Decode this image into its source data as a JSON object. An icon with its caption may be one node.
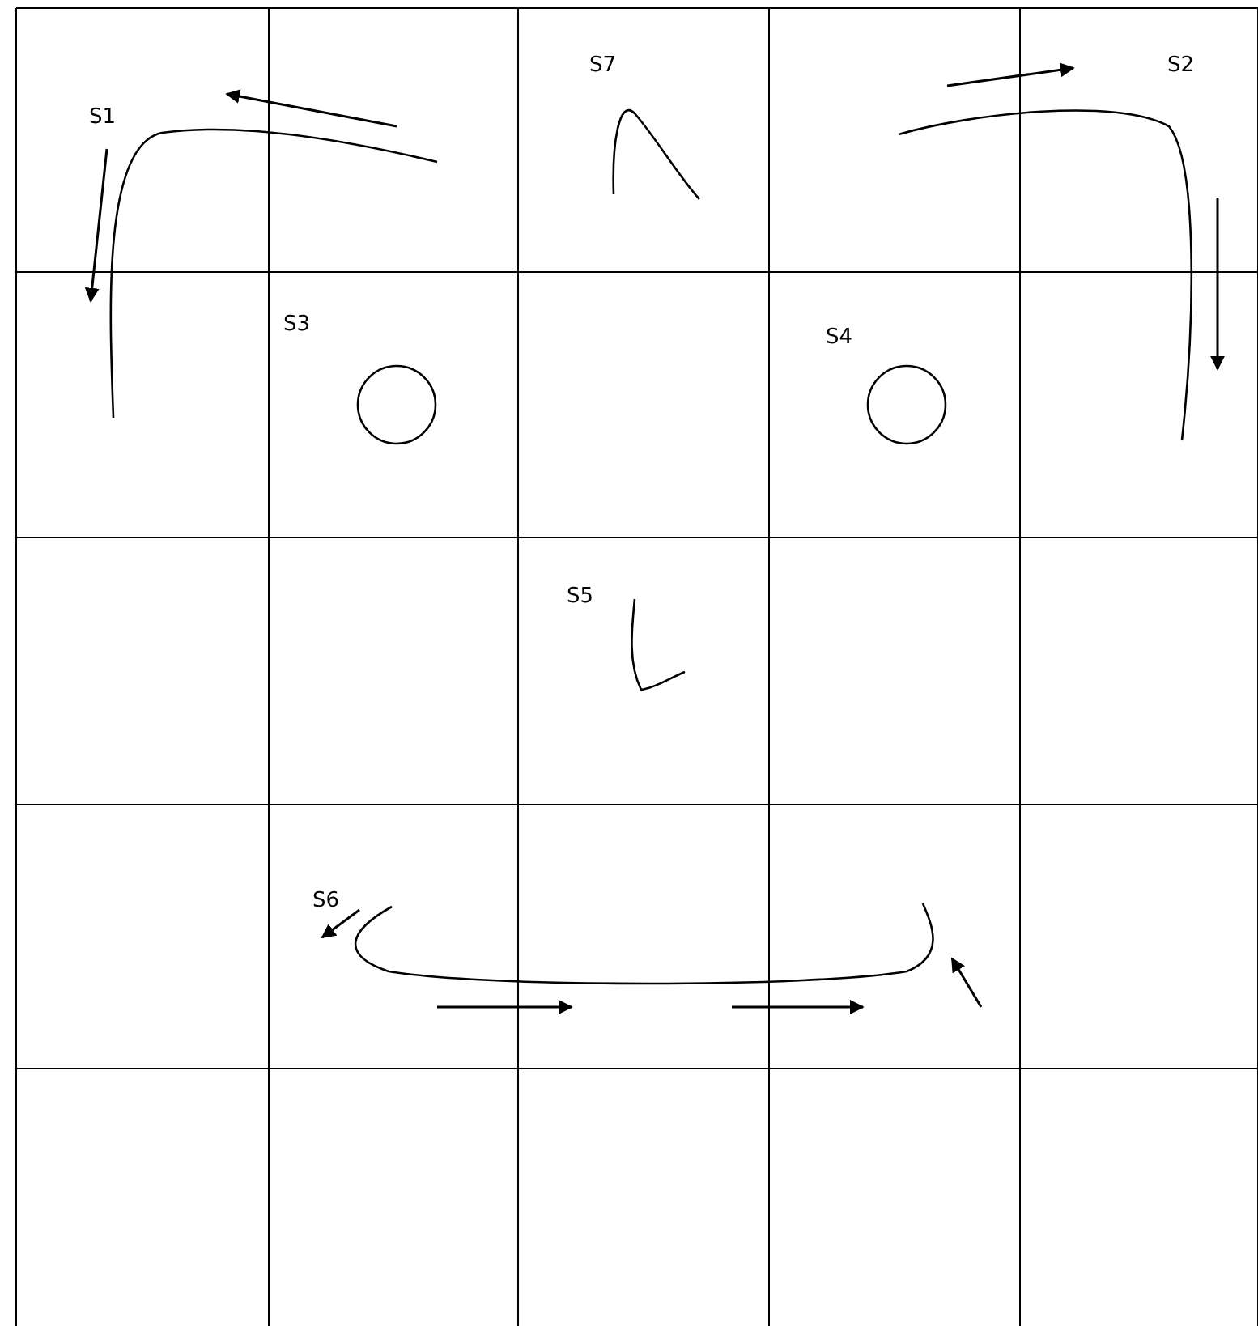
{
  "diagram": {
    "labels": [
      "S1",
      "S7",
      "S2",
      "S3",
      "S4",
      "S5",
      "S6"
    ]
  }
}
